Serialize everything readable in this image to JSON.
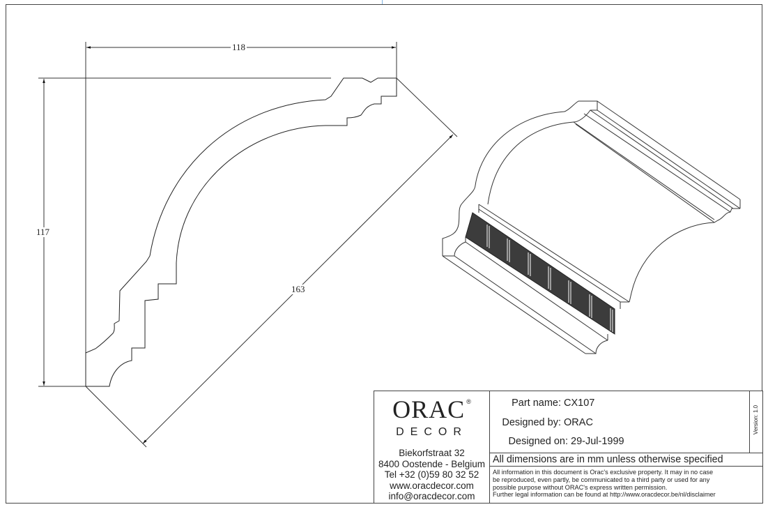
{
  "drawing": {
    "dimensions": {
      "width": "118",
      "height": "117",
      "diagonal": "163"
    },
    "colors": {
      "line": "#333333",
      "shade": "#3c3c3c"
    }
  },
  "title_block": {
    "logo": {
      "brand": "ORAC",
      "registered": "®",
      "sub": "DECOR"
    },
    "address": [
      "Biekorfstraat 32",
      "8400 Oostende - Belgium",
      "Tel  +32 (0)59 80 32 52",
      "www.oracdecor.com",
      "info@oracdecor.com"
    ],
    "fields": [
      {
        "label": "Part name:",
        "value": "CX107"
      },
      {
        "label": "Designed by:",
        "value": "ORAC"
      },
      {
        "label": "Designed on:",
        "value": "29-Jul-1999"
      }
    ],
    "version": "Version: 1.0",
    "units_note": "All dimensions are in mm unless otherwise specified",
    "legal": [
      "All information in this document is Orac's exclusive property.  It may in no case",
      "be reproduced, even partly, be communicated to a third party or used for any",
      "possible purpose without ORAC's express written permission.",
      "Further legal information can be found at http://www.oracdecor.be/nl/disclaimer"
    ]
  }
}
